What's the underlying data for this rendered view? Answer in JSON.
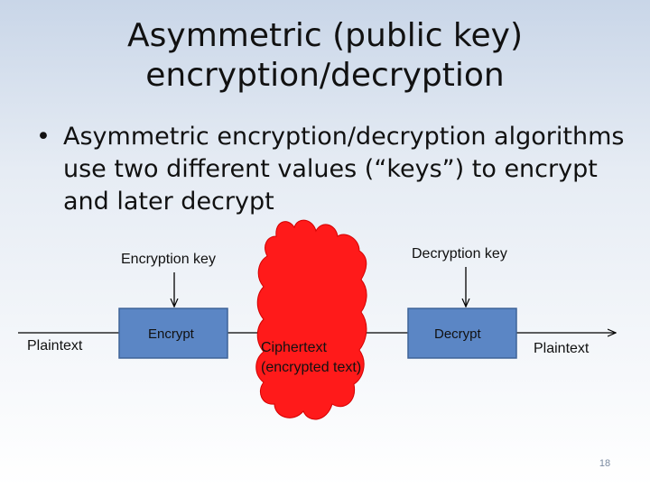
{
  "title": {
    "line1": "Asymmetric (public key)",
    "line2": "encryption/decryption"
  },
  "bullet": {
    "marker": "•",
    "line1": "Asymmetric encryption/decryption algorithms",
    "line2": "use two different values (“keys”) to encrypt",
    "line3": "and later decrypt"
  },
  "diagram": {
    "encryption_key": "Encryption key",
    "decryption_key": "Decryption key",
    "plaintext_in": "Plaintext",
    "encrypt": "Encrypt",
    "ciphertext_line1": "Ciphertext",
    "ciphertext_line2": "(encrypted text)",
    "decrypt": "Decrypt",
    "plaintext_out": "Plaintext",
    "box_color": "#5b86c5",
    "box_border": "#3e6398",
    "cloud_color": "#ff1a1a"
  },
  "page_number": "18"
}
